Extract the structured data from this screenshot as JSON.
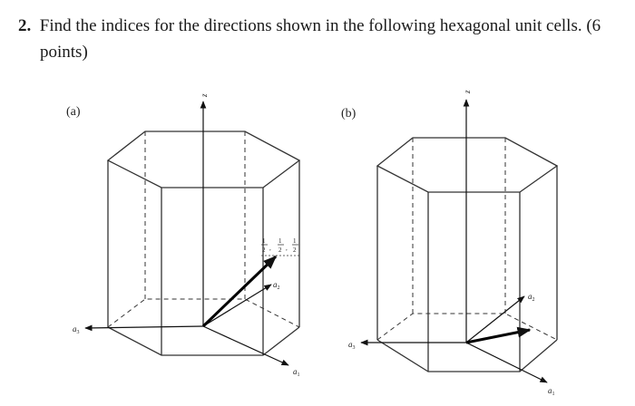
{
  "question": {
    "number": "2.",
    "line1": "Find the indices for the directions shown in the following hexagonal unit cells. (6",
    "line2": "points)"
  },
  "cells": [
    {
      "label": "(a)",
      "axes": {
        "z": "z",
        "a1": "a",
        "a1_sub": "1",
        "a2": "a",
        "a2_sub": "2",
        "a3": "a",
        "a3_sub": "3"
      },
      "annotation": {
        "f1n": "1",
        "f1d": "2",
        "f2n": "1",
        "f2d": "2",
        "f3n": "1",
        "f3d": "2",
        "comma": ","
      }
    },
    {
      "label": "(b)",
      "axes": {
        "z": "z",
        "a1": "a",
        "a1_sub": "1",
        "a2": "a",
        "a2_sub": "2",
        "a3": "a",
        "a3_sub": "3"
      }
    }
  ]
}
